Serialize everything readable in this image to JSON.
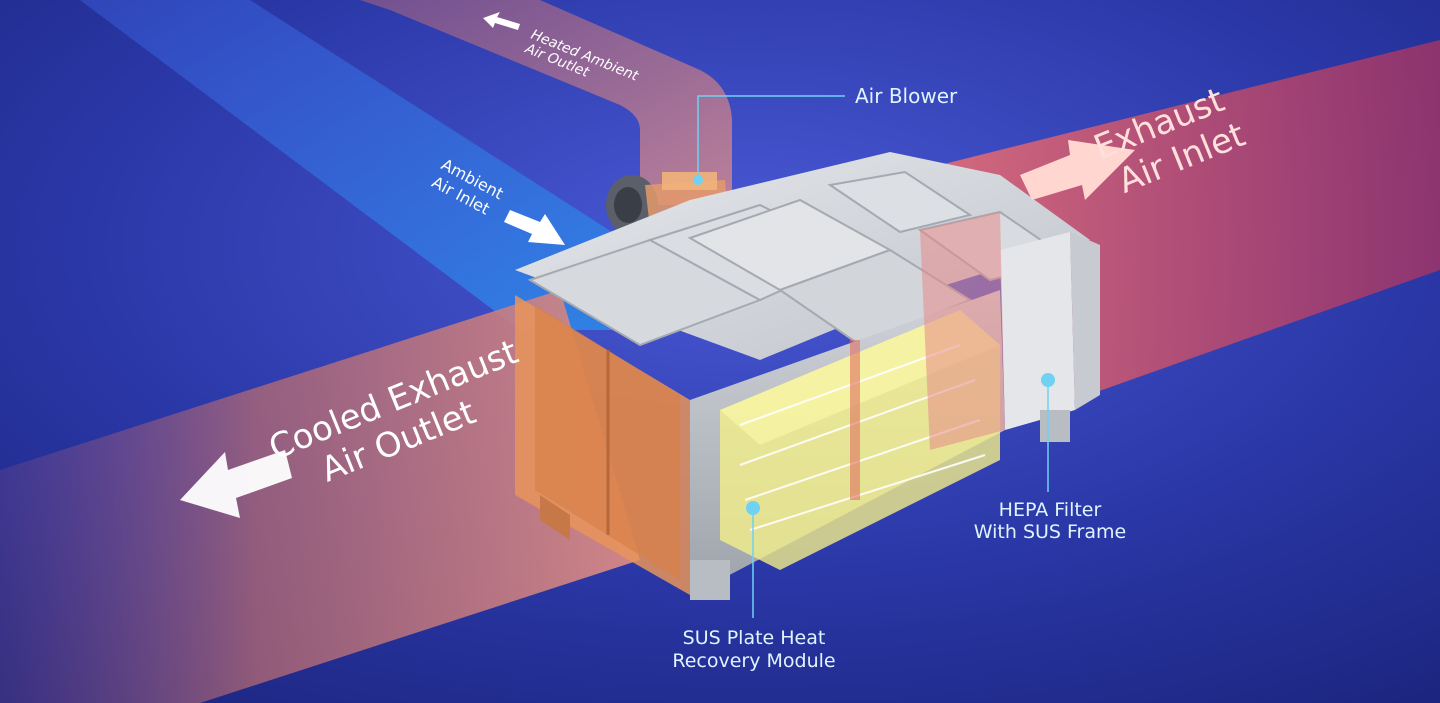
{
  "colors": {
    "background": "#2a3aa8",
    "hot_duct": "#c0505a",
    "cool_duct": "#3a8ee0",
    "callout": "#6fd2f2",
    "label_text": "#dff4ff",
    "heat_exchanger": "#f3ef8a"
  },
  "ducts": {
    "heated_ambient_outlet": {
      "line1": "Heated Ambient",
      "line2": "Air Outlet"
    },
    "ambient_inlet": {
      "line1": "Ambient",
      "line2": "Air Inlet"
    },
    "exhaust_inlet": {
      "line1": "Exhaust",
      "line2": "Air Inlet"
    },
    "cooled_exhaust_outlet": {
      "line1": "Cooled Exhaust",
      "line2": "Air Outlet"
    }
  },
  "callouts": {
    "air_blower": {
      "line1": "Air Blower"
    },
    "hepa_filter": {
      "line1": "HEPA Filter",
      "line2": "With SUS Frame"
    },
    "heat_recovery": {
      "line1": "SUS Plate Heat",
      "line2": "Recovery Module"
    }
  }
}
